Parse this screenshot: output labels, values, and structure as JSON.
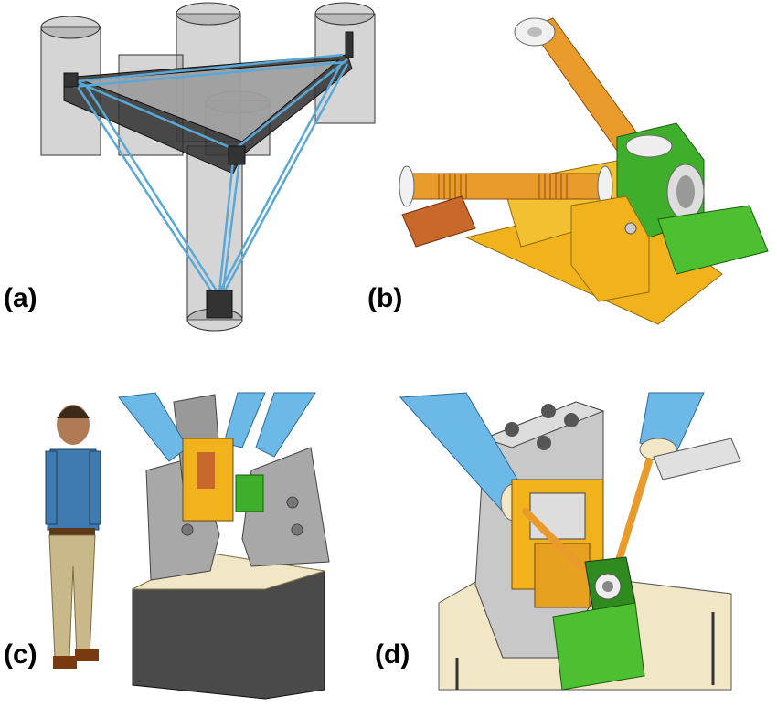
{
  "figure": {
    "panels": [
      {
        "id": "a",
        "label": "(a)"
      },
      {
        "id": "b",
        "label": "(b)"
      },
      {
        "id": "c",
        "label": "(c)"
      },
      {
        "id": "d",
        "label": "(d)"
      }
    ]
  },
  "colors": {
    "cable_blue": "#5aa8d8",
    "strut_blue": "#6cb8e6",
    "frame_dark": "#3a3a3a",
    "cylinder_gray": "#8a8a8a",
    "brass_yellow": "#f2b21c",
    "bellows_orange": "#e89a2a",
    "copper_brown": "#c8682a",
    "green_part": "#3fae2a",
    "stone_gray": "#a8a8a8",
    "base_dark": "#4a4a4a",
    "floor_cream": "#f1e6c6"
  }
}
